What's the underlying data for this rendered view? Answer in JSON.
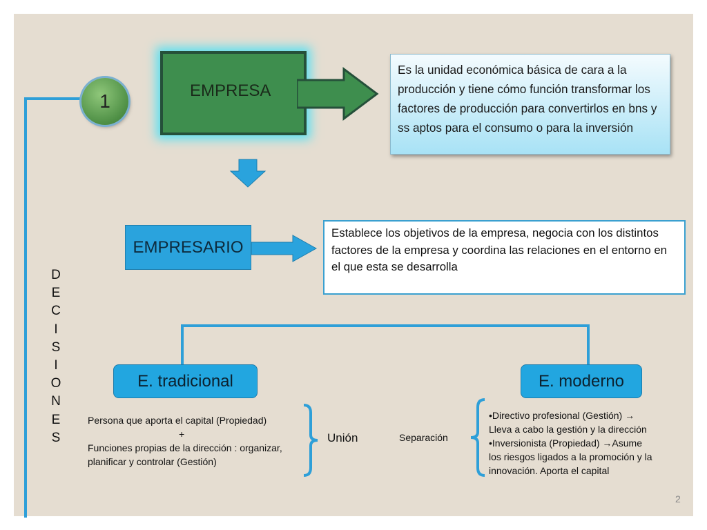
{
  "slide": {
    "step_number": "1",
    "empresa": {
      "label": "EMPRESA",
      "definition": "Es la unidad económica básica de cara a la producción y tiene cómo función transformar los factores de producción para convertirlos en bns y ss aptos para el consumo o para la inversión"
    },
    "empresario": {
      "label": "EMPRESARIO",
      "definition": "Establece los objetivos de la empresa, negocia con los distintos factores de la empresa y coordina las relaciones en el entorno en el que esta se desarrolla"
    },
    "side_label_letters": [
      "D",
      "E",
      "C",
      "I",
      "S",
      "I",
      "O",
      "N",
      "E",
      "S"
    ],
    "tradicional": {
      "label": "E. tradicional",
      "line1": "Persona que aporta el capital (Propiedad)",
      "plus": "+",
      "line2": "Funciones propias de la dirección : organizar,",
      "line3": "planificar y controlar (Gestión)",
      "bracket_label": "Unión"
    },
    "moderno": {
      "label": "E. moderno",
      "left_label": "Separación",
      "line1": "•Directivo profesional  (Gestión)  →",
      "line2": "Lleva a cabo la gestión y la dirección",
      "line3": "•Inversionista   (Propiedad)  →Asume",
      "line4": "los riesgos ligados a la promoción y la",
      "line5": "innovación. Aporta el capital"
    },
    "page_number": "2"
  },
  "colors": {
    "background": "#e5ddd1",
    "green_box": "#3e8e4e",
    "blue_box": "#2aa3dd",
    "connector": "#2e9fd8"
  }
}
